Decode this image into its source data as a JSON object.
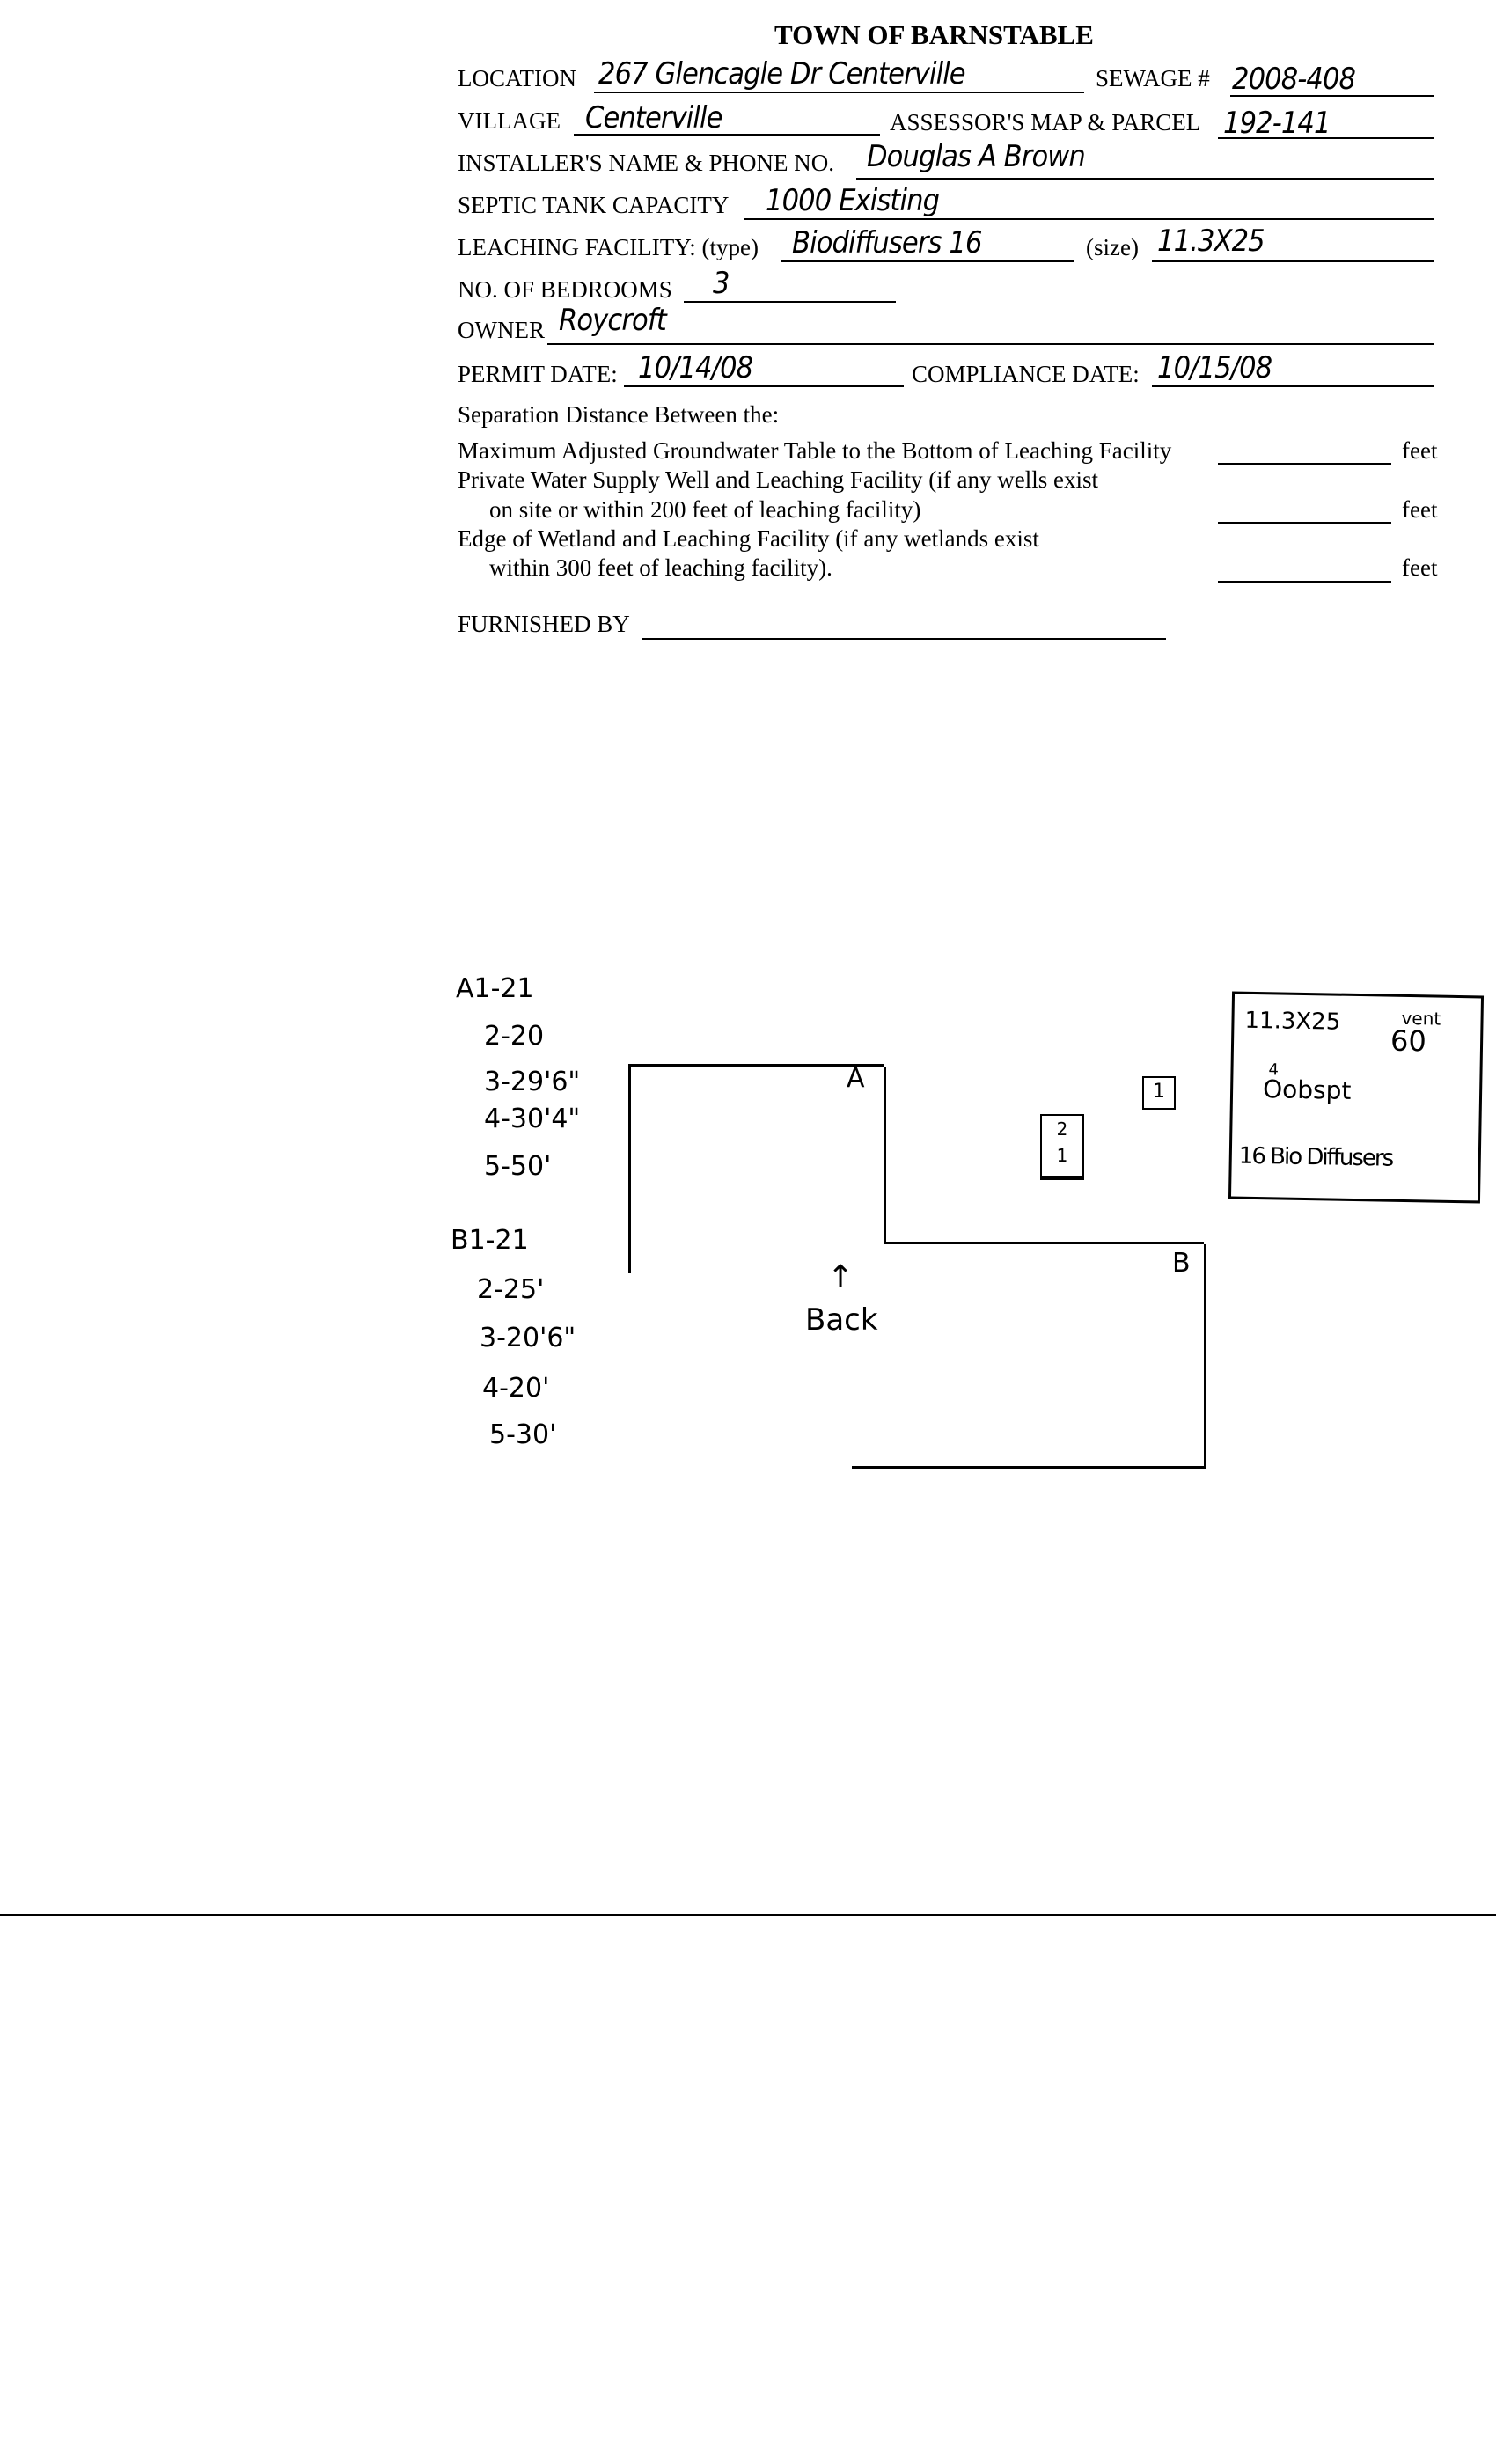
{
  "header": {
    "title": "TOWN OF BARNSTABLE"
  },
  "form": {
    "location": {
      "label": "LOCATION",
      "value": "267 Glencagle Dr Centerville"
    },
    "sewage": {
      "label": "SEWAGE #",
      "value": "2008-408"
    },
    "village": {
      "label": "VILLAGE",
      "value": "Centerville"
    },
    "map_parcel": {
      "label": "ASSESSOR'S MAP & PARCEL",
      "value": "192-141"
    },
    "installer": {
      "label": "INSTALLER'S NAME & PHONE NO.",
      "value": "Douglas A Brown"
    },
    "septic_tank": {
      "label": "SEPTIC TANK CAPACITY",
      "value": "1000 Existing"
    },
    "leaching_type": {
      "label": "LEACHING FACILITY: (type)",
      "value": "Biodiffusers 16"
    },
    "leaching_size": {
      "label": "(size)",
      "value": "11.3X25"
    },
    "bedrooms": {
      "label": "NO. OF BEDROOMS",
      "value": "3"
    },
    "owner": {
      "label": "OWNER",
      "value": "Roycroft"
    },
    "permit_date": {
      "label": "PERMIT DATE:",
      "value": "10/14/08"
    },
    "compliance_date": {
      "label": "COMPLIANCE DATE:",
      "value": "10/15/08"
    }
  },
  "separation": {
    "heading": "Separation Distance Between the:",
    "rows": [
      {
        "line1": "Maximum Adjusted Groundwater Table to the Bottom of Leaching Facility",
        "line2": "",
        "unit": "feet"
      },
      {
        "line1": "Private Water Supply Well and Leaching Facility (if any wells exist",
        "line2": "on site or within 200 feet of leaching facility)",
        "unit": "feet"
      },
      {
        "line1": "Edge of Wetland and Leaching Facility (if any wetlands exist",
        "line2": "within 300 feet of leaching facility).",
        "unit": "feet"
      }
    ],
    "furnished_by": "FURNISHED BY"
  },
  "sketch": {
    "a_ties": [
      "A1-21",
      "2-20",
      "3-29'6\"",
      "4-30'4\"",
      "5-50'"
    ],
    "b_ties": [
      "B1-21",
      "2-25'",
      "3-20'6\"",
      "4-20'",
      "5-30'"
    ],
    "label_a": "A",
    "label_b": "B",
    "back_arrow": "↑",
    "back_label": "Back",
    "box_small": "1",
    "box_tall_top": "2",
    "box_tall_bottom": "1",
    "info": {
      "size": "11.3X25",
      "vent": "vent",
      "vent_num": "60",
      "obs_sup": "4",
      "obs": "Oobspt",
      "diffusers": "16 Bio Diffusers"
    }
  }
}
